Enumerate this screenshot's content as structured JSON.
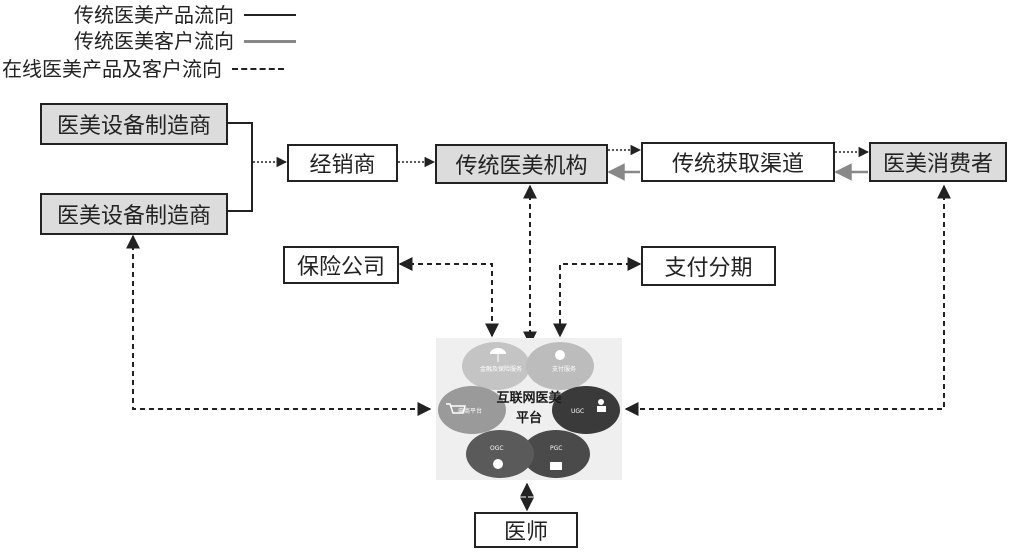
{
  "legend": {
    "traditional_product": "传统医美产品流向",
    "traditional_customer": "传统医美客户流向",
    "online_flow": "在线医美产品及客户流向",
    "colors": {
      "product": "#222222",
      "customer": "#888888",
      "online": "#222222"
    }
  },
  "nodes": {
    "manufacturer_1": "医美设备制造商",
    "manufacturer_2": "医美设备制造商",
    "distributor": "经销商",
    "traditional_institution": "传统医美机构",
    "traditional_channel": "传统获取渠道",
    "consumer": "医美消费者",
    "insurance": "保险公司",
    "installment": "支付分期",
    "doctor": "医师"
  },
  "platform": {
    "center_line1": "互联网医美",
    "center_line2": "平台",
    "petals": [
      {
        "label": "金融及保险服务",
        "icon": "umbrella-icon",
        "color": "#c4c4c4"
      },
      {
        "label": "支付服务",
        "icon": "money-bag-icon",
        "color": "#bcbcbc"
      },
      {
        "label": "UGC",
        "icon": "people-icon",
        "color": "#3a3a3a"
      },
      {
        "label": "PGC",
        "icon": "presenter-icon",
        "color": "#4a4a4a"
      },
      {
        "label": "OGC",
        "icon": "question-icon",
        "color": "#5a5a5a"
      },
      {
        "label": "电商平台",
        "icon": "cart-icon",
        "color": "#9a9a9a"
      }
    ]
  }
}
